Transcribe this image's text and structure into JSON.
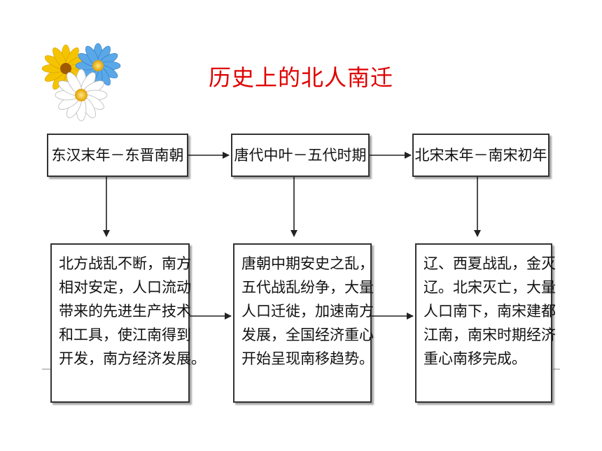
{
  "title": "历史上的北人南迁",
  "colors": {
    "title": "#e00000",
    "border": "#333333",
    "arrow": "#222222"
  },
  "icon": "flower-bouquet-icon",
  "periods": [
    {
      "label": "东汉末年－东晋南朝",
      "details": [
        "北方战乱不断，南方",
        "相对安定，人口流动",
        "带来的先进生产技术",
        "和工具，使江南得到",
        "开发，南方经济发展。"
      ]
    },
    {
      "label": "唐代中叶－五代时期",
      "details": [
        "唐朝中期安史之乱，",
        "五代战乱纷争，大量",
        "人口迁徙，加速南方",
        "发展，全国经济重心",
        "开始呈现南移趋势。"
      ]
    },
    {
      "label": "北宋末年－南宋初年",
      "details": [
        "辽、西夏战乱，金灭",
        "辽。北宋灭亡，大量",
        "人口南下，南宋建都",
        "江南，南宋时期经济",
        "重心南移完成。"
      ]
    }
  ]
}
